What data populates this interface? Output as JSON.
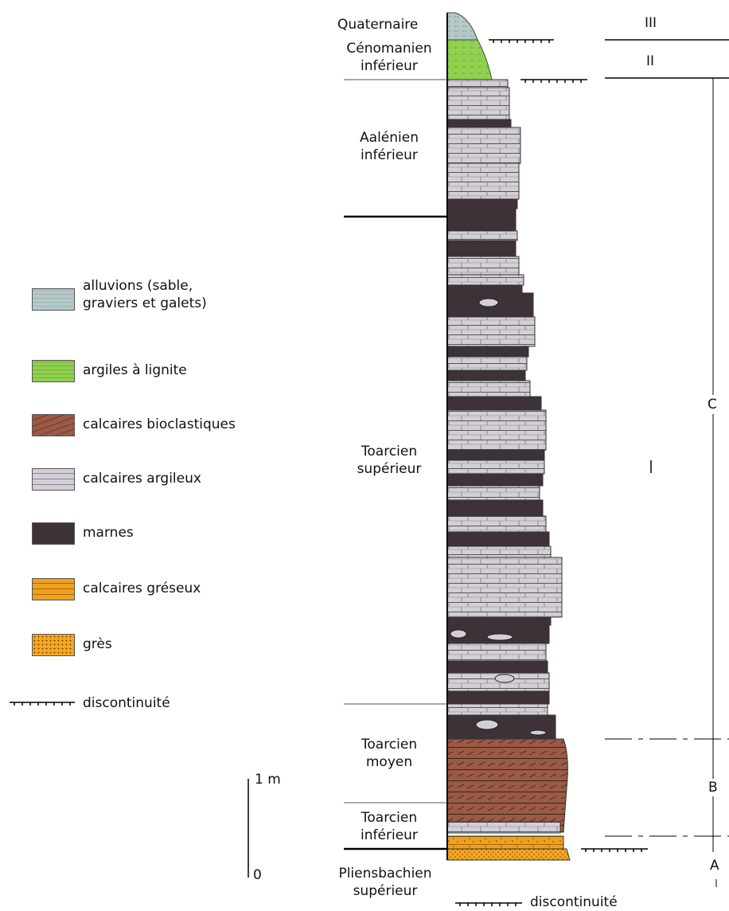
{
  "stages": {
    "quaternaire": "Quaternaire",
    "cenomanien": [
      "Cénomanien",
      "inférieur"
    ],
    "aalenien": [
      "Aalénien",
      "inférieur"
    ],
    "toarcien_sup": [
      "Toarcien",
      "supérieur"
    ],
    "toarcien_moy": [
      "Toarcien",
      "moyen"
    ],
    "toarcien_inf": [
      "Toarcien",
      "inférieur"
    ],
    "pliensbachien": [
      "Pliensbachien",
      "supérieur"
    ]
  },
  "sequences_roman": [
    "III",
    "II",
    "I"
  ],
  "sequences_letter": [
    "C",
    "B",
    "A"
  ],
  "scale": {
    "top": "1 m",
    "bottom": "0"
  },
  "legend": [
    {
      "label": [
        "alluvions (sable,",
        "graviers et galets)"
      ],
      "color": "#b5c9c9"
    },
    {
      "label": [
        "argiles à lignite"
      ],
      "color": "#8fd14f"
    },
    {
      "label": [
        "calcaires bioclastiques"
      ],
      "color": "#9b5a45"
    },
    {
      "label": [
        "calcaires argileux"
      ],
      "color": "#d4cfd6"
    },
    {
      "label": [
        "marnes"
      ],
      "color": "#3d3238"
    },
    {
      "label": [
        "calcaires gréseux"
      ],
      "color": "#f0a020"
    },
    {
      "label": [
        "grès"
      ],
      "color": "#f5a623"
    }
  ],
  "discontinuity_label": "discontinuité",
  "bottom_discontinuity_label": "discontinuité"
}
